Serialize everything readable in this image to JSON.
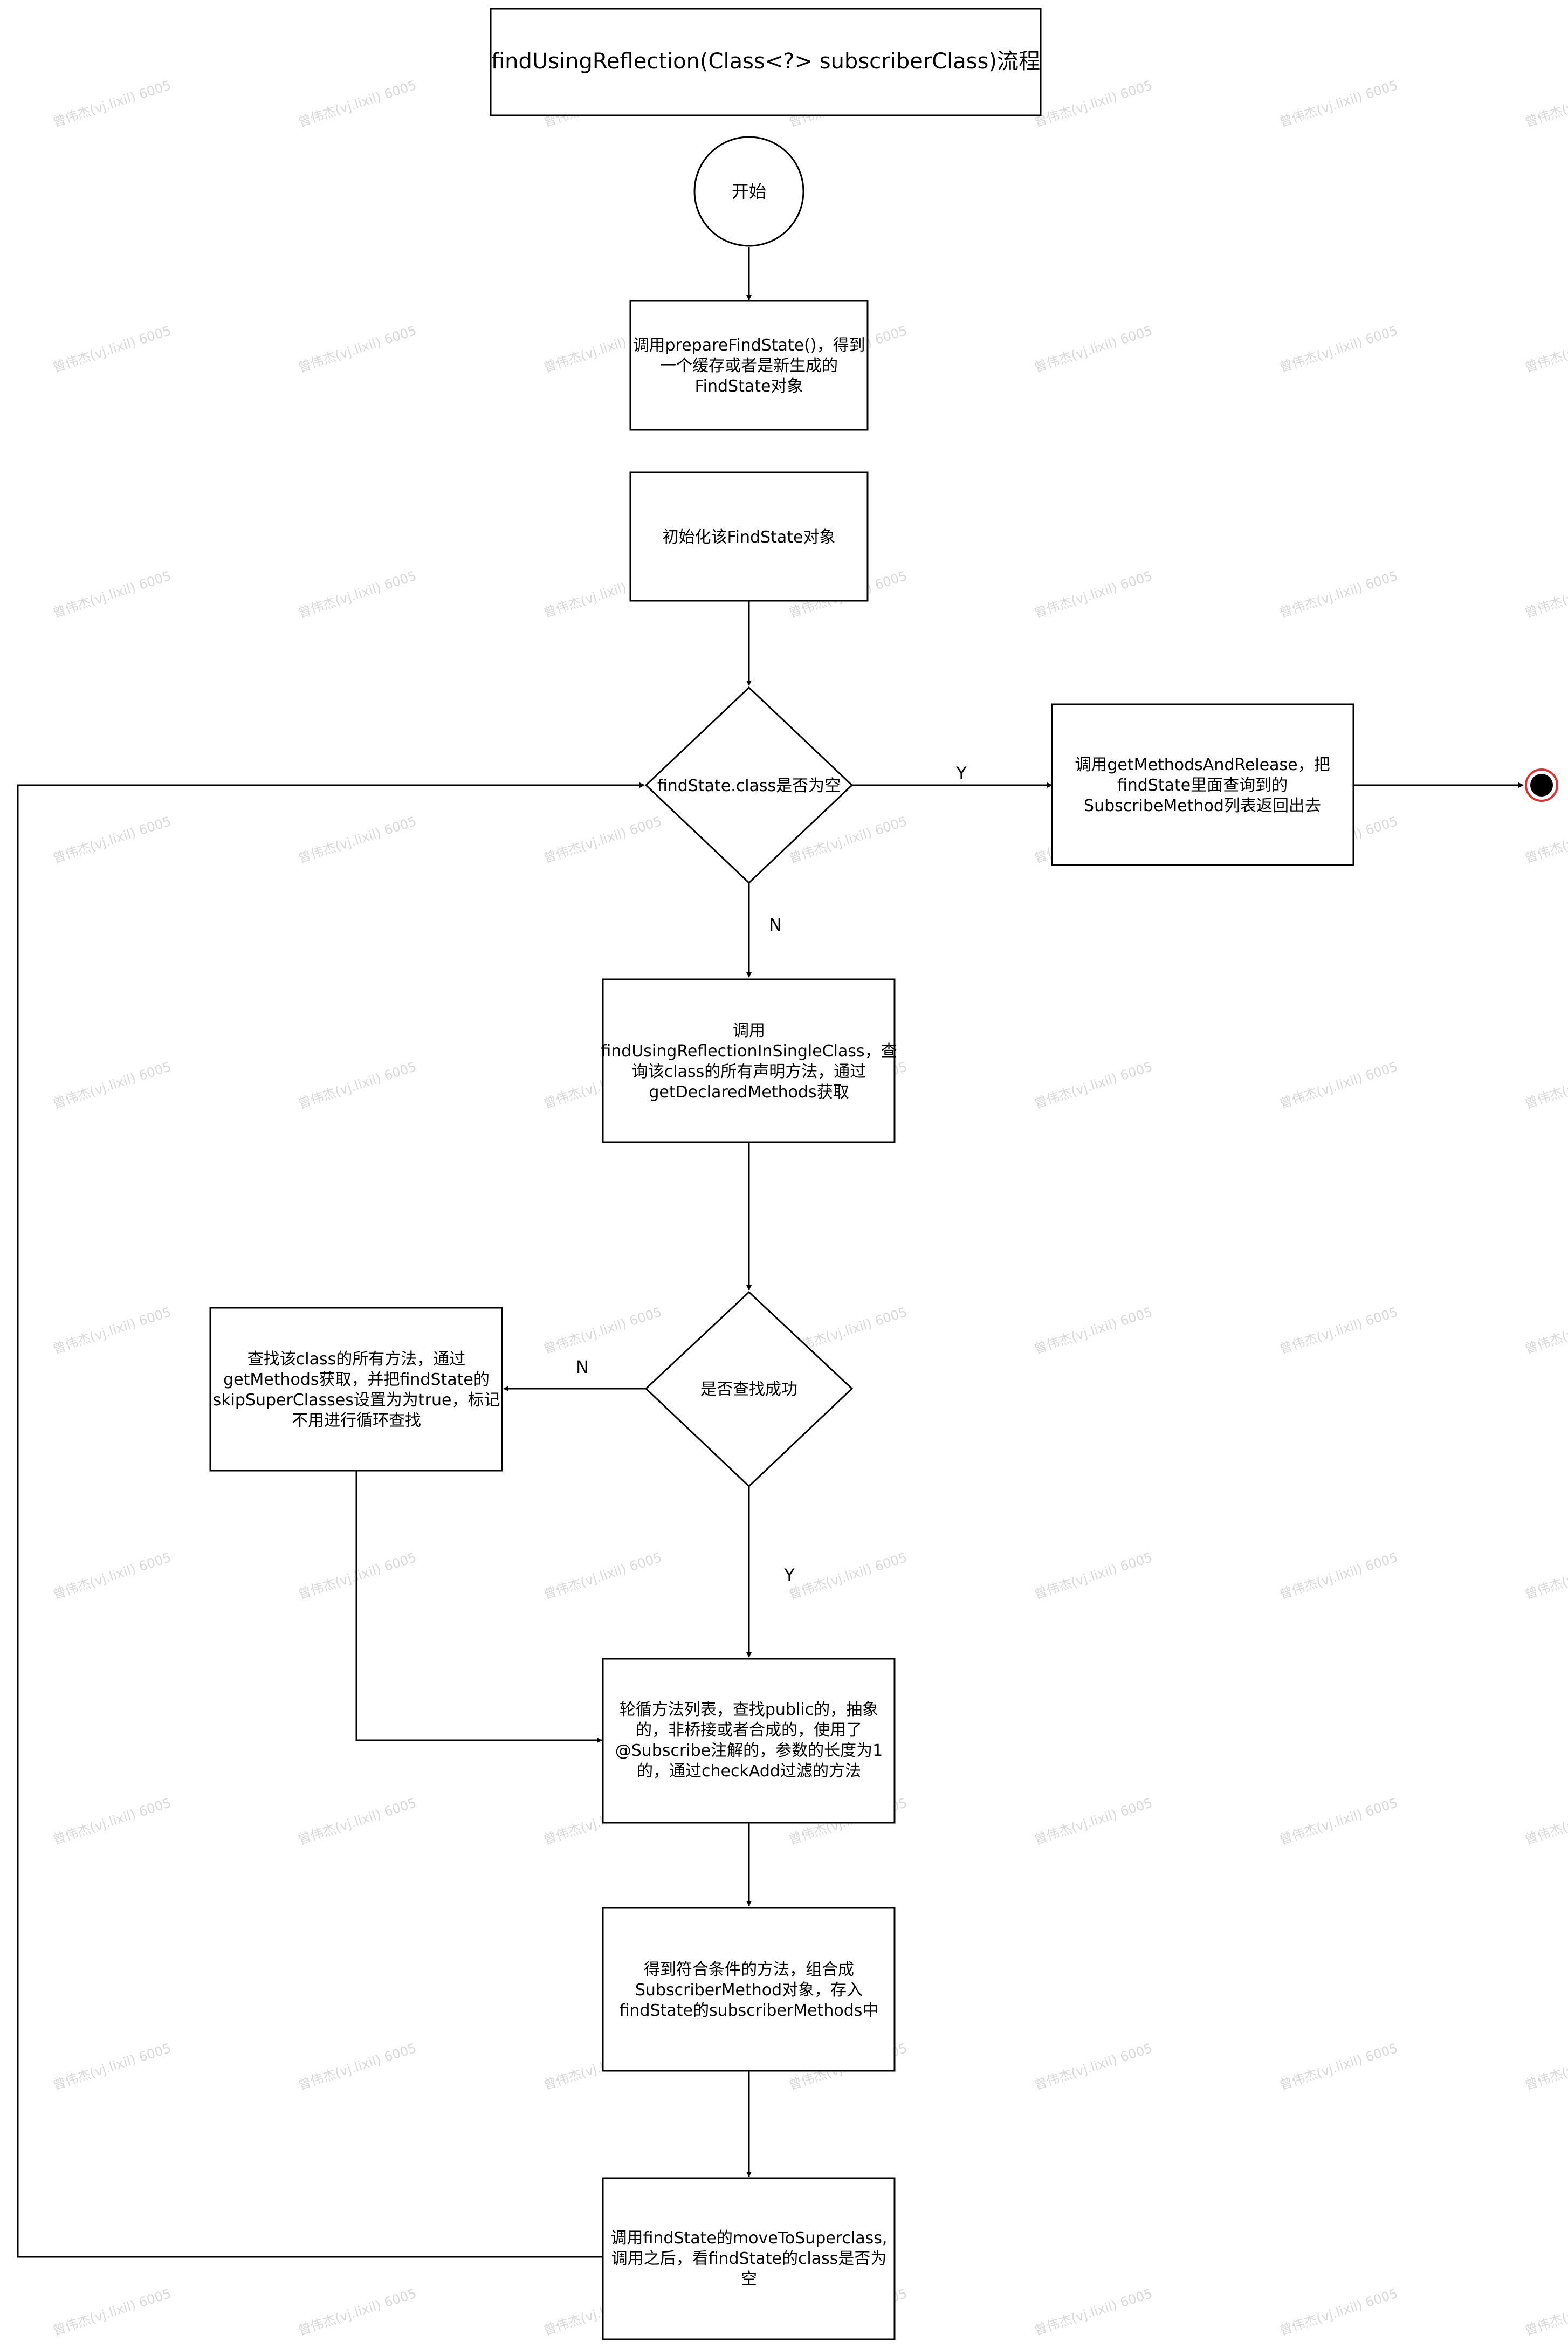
{
  "diagram": {
    "title": "findUsingReflection(Class<?> subscriberClass)流程",
    "start_label": "开始",
    "nodes": {
      "prepare": [
        "调用prepareFindState()，得到",
        "一个缓存或者是新生成的",
        "FindState对象"
      ],
      "init": [
        "初始化该FindState对象"
      ],
      "decision_class_null": [
        "findState.class是否为空"
      ],
      "get_methods_release": [
        "调用getMethodsAndRelease，把",
        "findState里面查询到的",
        "SubscribeMethod列表返回出去"
      ],
      "single_class": [
        "调用",
        "findUsingReflectionInSingleClass，查",
        "询该class的所有声明方法，通过",
        "getDeclaredMethods获取"
      ],
      "decision_found": [
        "是否查找成功"
      ],
      "get_methods": [
        "查找该class的所有方法，通过",
        "getMethods获取，并把findState的",
        "skipSuperClasses设置为为true，标记",
        "不用进行循环查找"
      ],
      "iterate_methods": [
        "轮循方法列表，查找public的，抽象",
        "的，非桥接或者合成的，使用了",
        "@Subscribe注解的，参数的长度为1",
        "的，通过checkAdd过滤的方法"
      ],
      "build_subscriber_method": [
        "得到符合条件的方法，组合成",
        "SubscriberMethod对象，存入",
        "findState的subscriberMethods中"
      ],
      "move_to_superclass": [
        "调用findState的moveToSuperclass,",
        "调用之后，看findState的class是否为",
        "空"
      ]
    },
    "edge_labels": {
      "class_null_yes": "Y",
      "class_null_no": "N",
      "found_no": "N",
      "found_yes": "Y"
    },
    "watermark": "曾伟杰(vj.lixil) 6005",
    "colors": {
      "stroke": "#000000",
      "end_ring": "#e03030",
      "end_fill": "#000000",
      "watermark": "#d9d9d9"
    }
  }
}
